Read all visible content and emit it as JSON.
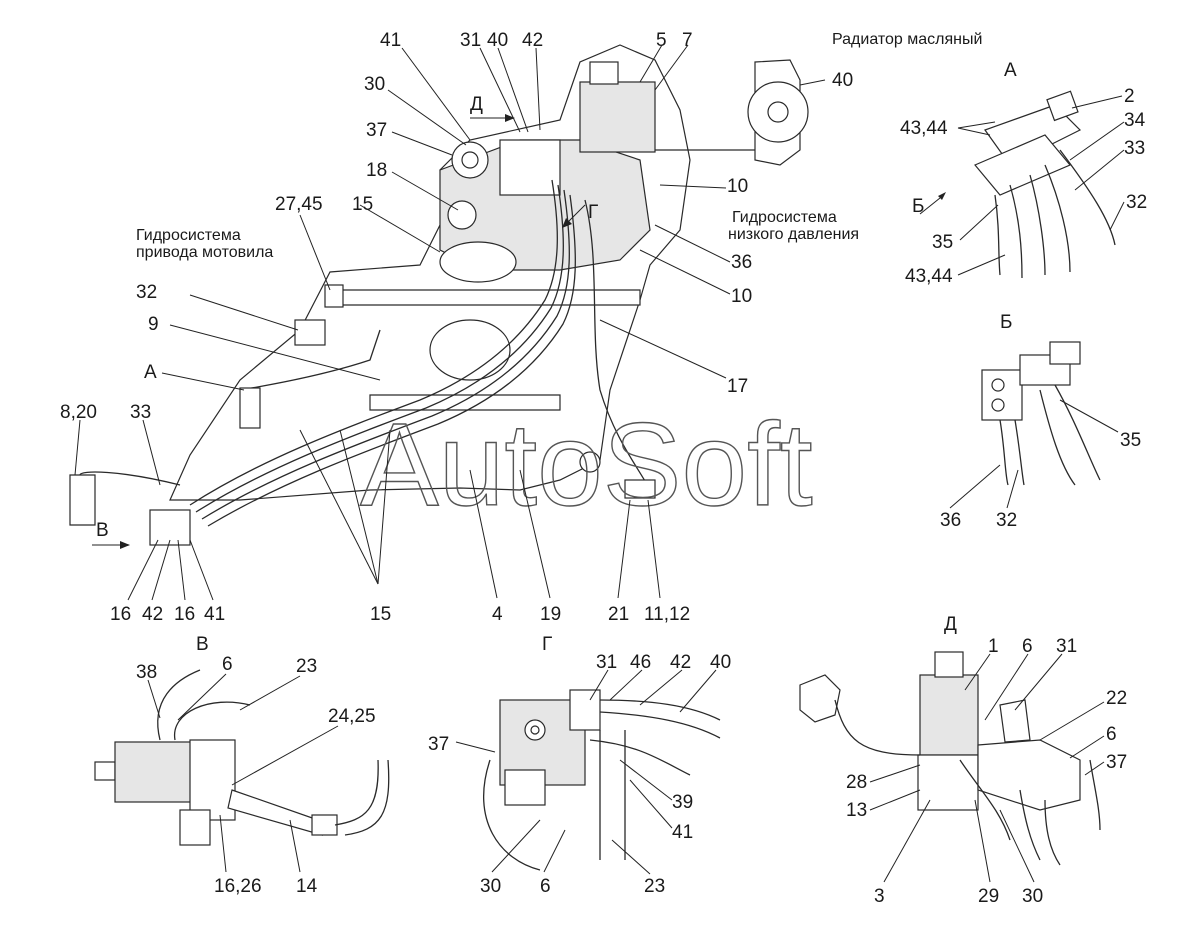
{
  "captions": {
    "radiator": "Радиатор масляный",
    "low_pressure_1": "Гидросистема",
    "low_pressure_2": "низкого давления",
    "reel_drive_1": "Гидросистема",
    "reel_drive_2": "привода мотовила"
  },
  "watermark": "AutoSoft",
  "views": {
    "A": "А",
    "B": "Б",
    "V": "В",
    "G": "Г",
    "D": "Д"
  },
  "main_labels": {
    "l41": "41",
    "l31": "31",
    "l40": "40",
    "l42": "42",
    "l5": "5",
    "l7": "7",
    "l30": "30",
    "l37": "37",
    "l18": "18",
    "l2745": "27,45",
    "l15a": "15",
    "l32": "32",
    "l9": "9",
    "lA": "А",
    "l820": "8,20",
    "l33": "33",
    "lV": "В",
    "l16a": "16",
    "l42b": "42",
    "l16b": "16",
    "l41b": "41",
    "l15b": "15",
    "l4": "4",
    "l19": "19",
    "l21": "21",
    "l1112": "11,12",
    "l17": "17",
    "l10a": "10",
    "l36": "36",
    "l10b": "10",
    "l40r": "40",
    "lD": "Д",
    "lG": "Г"
  },
  "viewA_labels": {
    "title": "А",
    "l2": "2",
    "l4344a": "43,44",
    "l34": "34",
    "l33": "33",
    "lB": "Б",
    "l32": "32",
    "l35": "35",
    "l4344b": "43,44"
  },
  "viewB_labels": {
    "title": "Б",
    "l35": "35",
    "l36": "36",
    "l32": "32"
  },
  "viewV_labels": {
    "title": "В",
    "l38": "38",
    "l6": "6",
    "l23": "23",
    "l2425": "24,25",
    "l1626": "16,26",
    "l14": "14"
  },
  "viewG_labels": {
    "title": "Г",
    "l31": "31",
    "l46": "46",
    "l42": "42",
    "l40": "40",
    "l37": "37",
    "l39": "39",
    "l41": "41",
    "l30": "30",
    "l6": "6",
    "l23": "23"
  },
  "viewD_labels": {
    "title": "Д",
    "l1": "1",
    "l6a": "6",
    "l31": "31",
    "l22": "22",
    "l6b": "6",
    "l37": "37",
    "l28": "28",
    "l13": "13",
    "l3": "3",
    "l29": "29",
    "l30": "30"
  }
}
